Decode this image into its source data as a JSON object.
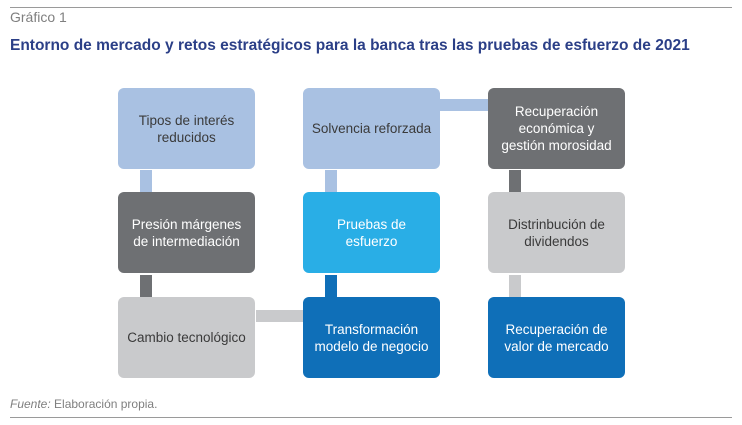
{
  "header": {
    "label": "Gráfico 1",
    "title": "Entorno de mercado y retos estratégicos para la banca tras las pruebas de esfuerzo de 2021"
  },
  "boxes": {
    "tipos_interes": "Tipos de interés reducidos",
    "solvencia": "Solvencia reforzada",
    "recuperacion_economica": "Recuperación económica y gestión morosidad",
    "presion_margenes": "Presión márgenes de intermediación",
    "pruebas_esfuerzo": "Pruebas de esfuerzo",
    "dividendos": "Distrinbución de dividendos",
    "cambio_tecnologico": "Cambio tecnológico",
    "transformacion": "Transformación modelo de negocio",
    "recuperacion_valor": "Recuperación de valor de mercado"
  },
  "footer": {
    "source_label": "Fuente:",
    "source_text": " Elaboración propia."
  },
  "colors": {
    "light_blue": "#a9c1e2",
    "dark_gray": "#6e7073",
    "light_gray": "#c9cacc",
    "cyan": "#29aee6",
    "dark_blue": "#0f6fb8",
    "title": "#2b3f87"
  }
}
